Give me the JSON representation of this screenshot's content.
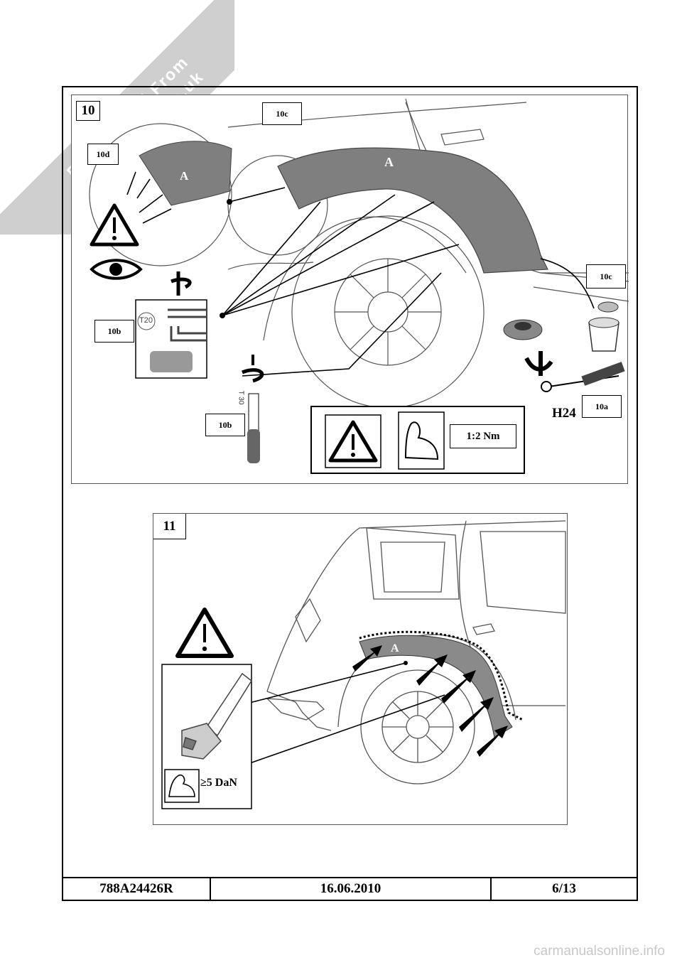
{
  "watermark": {
    "line1": "Downloaded From",
    "line2": "DaciaForum.co.uk"
  },
  "figure10": {
    "step": "10",
    "labels": {
      "l10d": "10d",
      "l10c_top": "10c",
      "l10c_right": "10c",
      "l10b_left": "10b",
      "l10b_bottom": "10b",
      "l10a": "10a"
    },
    "part_letter_small": "A",
    "part_letter_large": "A",
    "tool_t20": "T20",
    "tool_t30": "T 30",
    "wrench_size": "H24",
    "torque": "1:2 Nm"
  },
  "figure11": {
    "step": "11",
    "part_letter": "A",
    "force": "≥5 DaN"
  },
  "footer": {
    "reference": "788A24426R",
    "date": "16.06.2010",
    "page": "6/13"
  },
  "site": "carmanualsonline.info",
  "icons": [
    "warning-triangle-icon",
    "eye-icon",
    "rotate-icon",
    "flexed-arm-icon",
    "screwdriver-icon",
    "wrench-icon",
    "fastener-clip-icon"
  ]
}
